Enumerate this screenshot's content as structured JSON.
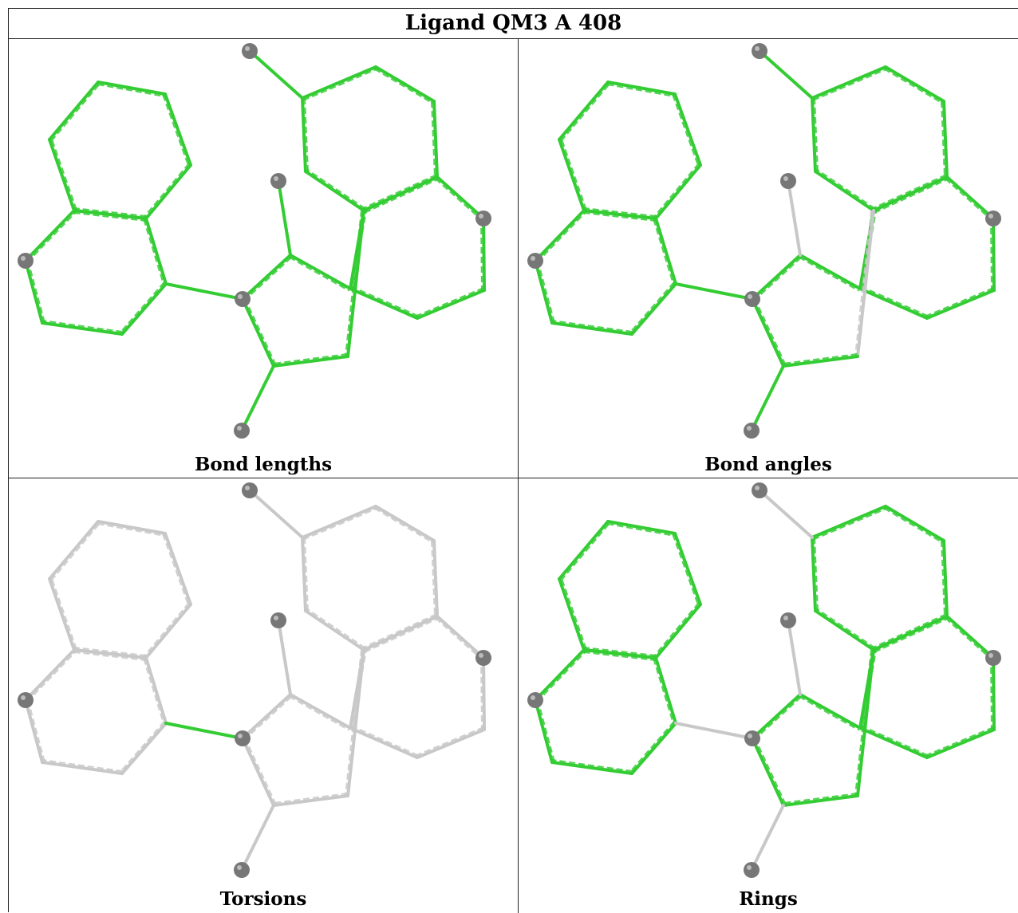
{
  "title": "Ligand QM3 A 408",
  "colors": {
    "green": "#33cc33",
    "gray": "#c8c8c8",
    "atom": "#777777"
  },
  "panels": [
    {
      "caption": "Bond lengths",
      "green_bonds": [
        "all"
      ],
      "gray_bonds": []
    },
    {
      "caption": "Bond angles",
      "green_bonds": [
        "all-except"
      ],
      "gray_bonds": [
        "pent_c4_c5",
        "me1_bond"
      ]
    },
    {
      "caption": "Torsions",
      "green_bonds": [
        "link_naph_pent"
      ],
      "gray_bonds": [
        "all-other"
      ]
    },
    {
      "caption": "Rings",
      "green_bonds": [
        "rings"
      ],
      "gray_bonds": [
        "link_naph_pent",
        "me1_bond",
        "me2_bond",
        "me3_bond"
      ]
    }
  ]
}
